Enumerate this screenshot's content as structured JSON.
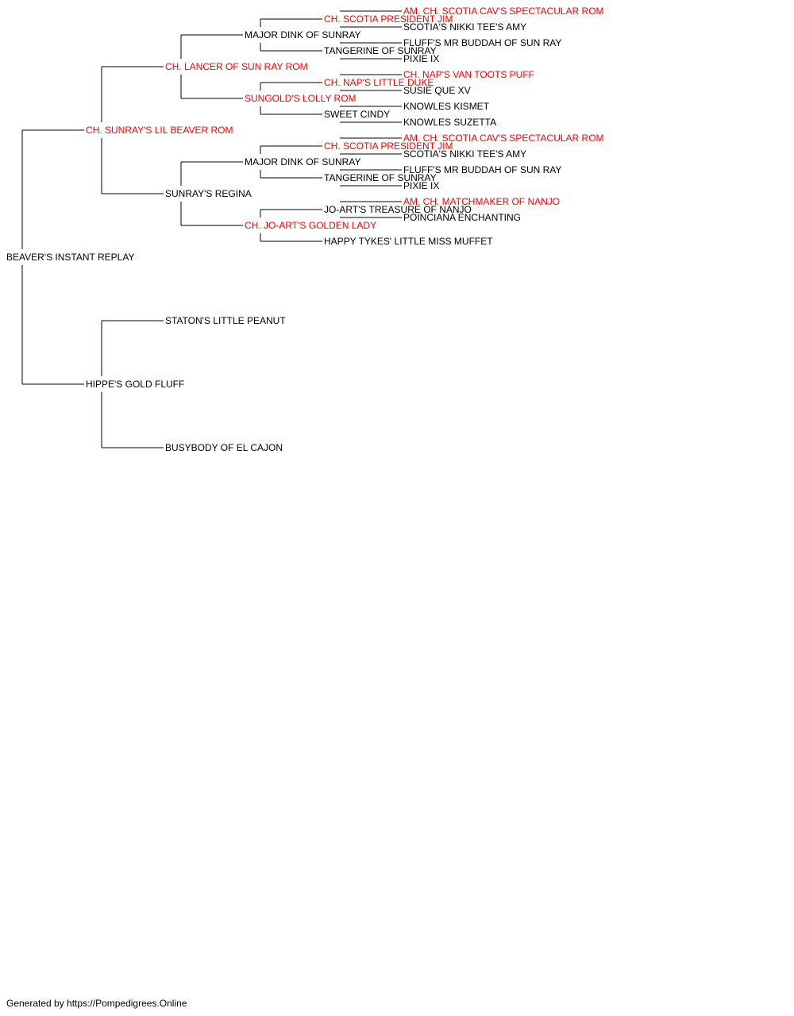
{
  "colors": {
    "champion": "#ff0000",
    "regular": "#000000",
    "line": "#000000"
  },
  "pedigree": {
    "name": "BEAVER'S INSTANT REPLAY",
    "champion": false,
    "sire": {
      "name": "CH. SUNRAY'S LIL BEAVER ROM",
      "champion": true,
      "sire": {
        "name": "CH. LANCER OF SUN RAY ROM",
        "champion": true,
        "sire": {
          "name": "MAJOR DINK OF SUNRAY",
          "champion": false,
          "sire": {
            "name": "CH. SCOTIA PRESIDENT JIM",
            "champion": true,
            "sire": {
              "name": "AM. CH. SCOTIA CAV'S SPECTACULAR ROM",
              "champion": true
            },
            "dam": {
              "name": "SCOTIA'S NIKKI TEE'S AMY",
              "champion": false
            }
          },
          "dam": {
            "name": "TANGERINE OF SUNRAY",
            "champion": false,
            "sire": {
              "name": "FLUFF'S MR BUDDAH OF SUN RAY",
              "champion": false
            },
            "dam": {
              "name": "PIXIE IX",
              "champion": false
            }
          }
        },
        "dam": {
          "name": "SUNGOLD'S LOLLY ROM",
          "champion": true,
          "sire": {
            "name": "CH. NAP'S LITTLE DUKE",
            "champion": true,
            "sire": {
              "name": "CH. NAP'S VAN TOOTS PUFF",
              "champion": true
            },
            "dam": {
              "name": "SUSIE QUE XV",
              "champion": false
            }
          },
          "dam": {
            "name": "SWEET CINDY",
            "champion": false,
            "sire": {
              "name": "KNOWLES KISMET",
              "champion": false
            },
            "dam": {
              "name": "KNOWLES SUZETTA",
              "champion": false
            }
          }
        }
      },
      "dam": {
        "name": "SUNRAY'S REGINA",
        "champion": false,
        "sire": {
          "name": "MAJOR DINK OF SUNRAY",
          "champion": false,
          "sire": {
            "name": "CH. SCOTIA PRESIDENT JIM",
            "champion": true,
            "sire": {
              "name": "AM. CH. SCOTIA CAV'S SPECTACULAR ROM",
              "champion": true
            },
            "dam": {
              "name": "SCOTIA'S NIKKI TEE'S AMY",
              "champion": false
            }
          },
          "dam": {
            "name": "TANGERINE OF SUNRAY",
            "champion": false,
            "sire": {
              "name": "FLUFF'S MR BUDDAH OF SUN RAY",
              "champion": false
            },
            "dam": {
              "name": "PIXIE IX",
              "champion": false
            }
          }
        },
        "dam": {
          "name": "CH. JO-ART'S GOLDEN LADY",
          "champion": true,
          "sire": {
            "name": "JO-ART'S TREASURE OF NANJO",
            "champion": false,
            "sire": {
              "name": "AM. CH. MATCHMAKER OF NANJO",
              "champion": true
            },
            "dam": {
              "name": "POINCIANA ENCHANTING",
              "champion": false
            }
          },
          "dam": {
            "name": "HAPPY TYKES' LITTLE MISS MUFFET",
            "champion": false
          }
        }
      }
    },
    "dam": {
      "name": "HIPPE'S GOLD FLUFF",
      "champion": false,
      "sire": {
        "name": "STATON'S LITTLE PEANUT",
        "champion": false
      },
      "dam": {
        "name": "BUSYBODY OF EL CAJON",
        "champion": false
      }
    }
  },
  "footer": "Generated by https://Pompedigrees.Online"
}
